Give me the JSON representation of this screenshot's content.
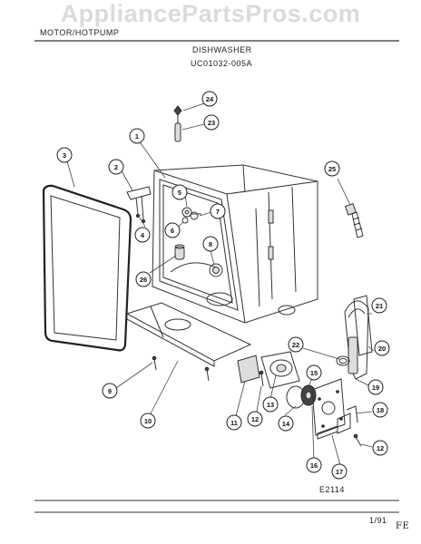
{
  "header": {
    "watermark": "AppliancePartsPros.com",
    "model_label": "MOTOR/HOTPUMP",
    "title": "DISHWASHER",
    "code": "UC01032-005A"
  },
  "footer": {
    "figure_code": "E2114",
    "date": "1/91",
    "initials": "FE"
  },
  "callouts": [
    "24",
    "23",
    "1",
    "3",
    "2",
    "5",
    "7",
    "6",
    "4",
    "25",
    "8",
    "26",
    "21",
    "22",
    "20",
    "15",
    "19",
    "13",
    "14",
    "18",
    "9",
    "12",
    "11",
    "10",
    "16",
    "17",
    "12"
  ]
}
